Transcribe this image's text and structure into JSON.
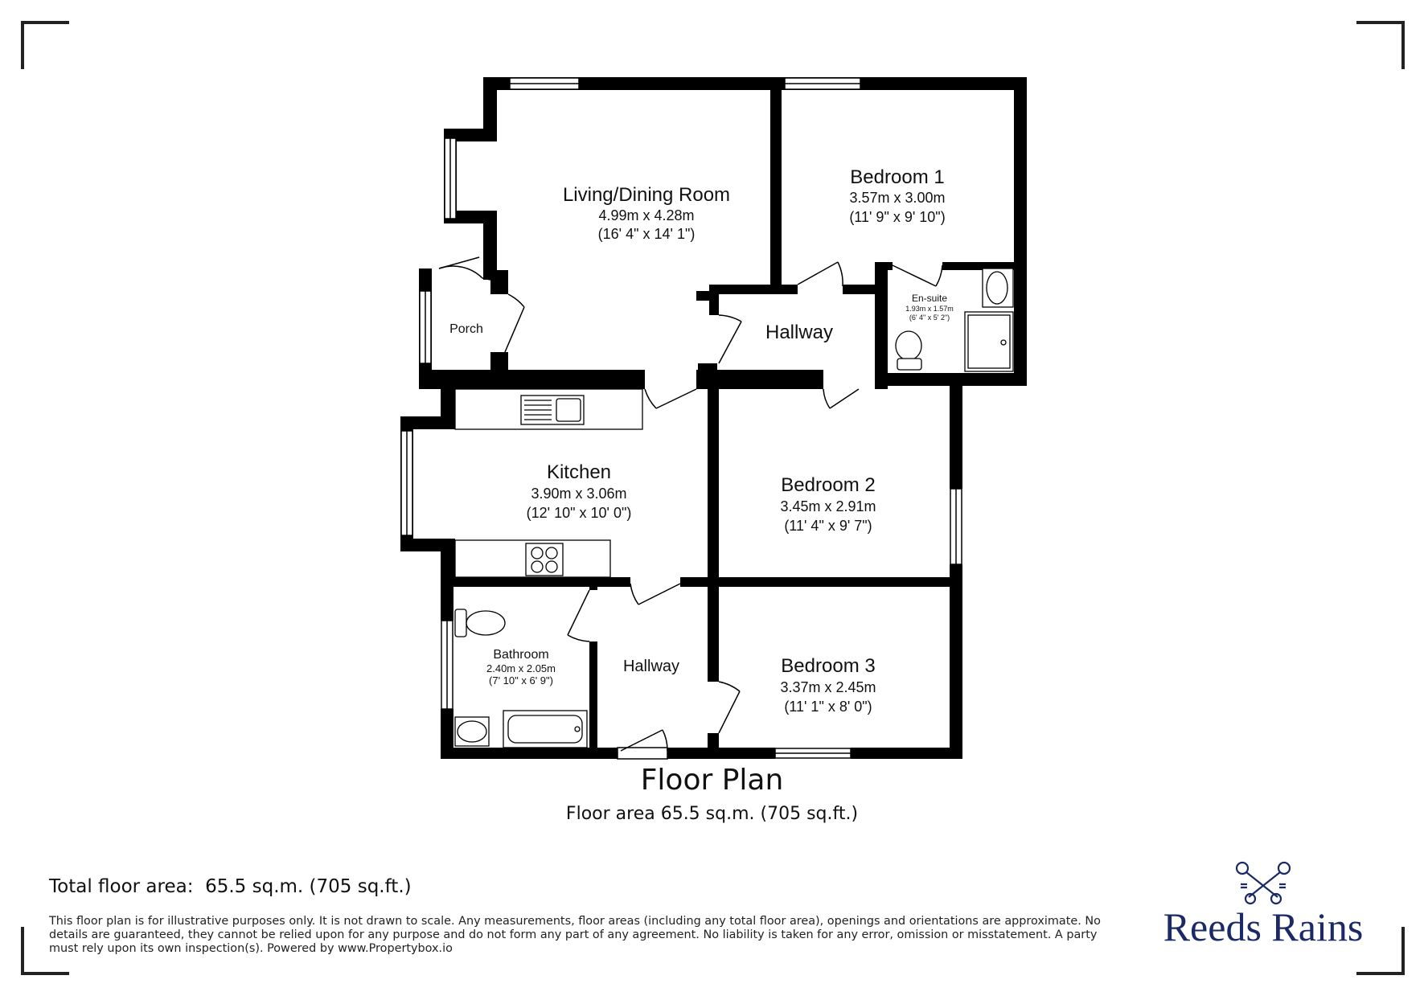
{
  "rooms": {
    "living": {
      "name": "Living/Dining Room",
      "metric": "4.99m x 4.28m",
      "imperial": "(16' 4\" x 14' 1\")"
    },
    "bedroom1": {
      "name": "Bedroom 1",
      "metric": "3.57m x 3.00m",
      "imperial": "(11' 9\" x 9' 10\")"
    },
    "ensuite": {
      "name": "En-suite",
      "metric": "1.93m x 1.57m",
      "imperial": "(6' 4\" x 5' 2\")"
    },
    "hallway_upper": {
      "name": "Hallway"
    },
    "porch": {
      "name": "Porch"
    },
    "kitchen": {
      "name": "Kitchen",
      "metric": "3.90m x 3.06m",
      "imperial": "(12' 10\" x 10' 0\")"
    },
    "bedroom2": {
      "name": "Bedroom 2",
      "metric": "3.45m x 2.91m",
      "imperial": "(11' 4\" x 9' 7\")"
    },
    "bathroom": {
      "name": "Bathroom",
      "metric": "2.40m x 2.05m",
      "imperial": "(7' 10\" x 6' 9\")"
    },
    "hallway_lower": {
      "name": "Hallway"
    },
    "bedroom3": {
      "name": "Bedroom 3",
      "metric": "3.37m x 2.45m",
      "imperial": "(11' 1\" x 8' 0\")"
    }
  },
  "plan": {
    "title": "Floor Plan",
    "floor_area": "Floor area 65.5 sq.m. (705 sq.ft.)"
  },
  "footer": {
    "total_floor_area": "Total floor area:  65.5 sq.m. (705 sq.ft.)",
    "disclaimer": "This floor plan is for illustrative purposes only. It is not drawn to scale. Any measurements, floor areas (including any total floor area), openings and orientations are approximate. No details are guaranteed, they cannot be relied upon for any purpose and do not form any part of any agreement. No liability is taken for any error, omission or misstatement. A party must rely upon its own inspection(s). Powered by www.Propertybox.io"
  },
  "brand": {
    "name": "Reeds Rains",
    "logo_icon": "crossed-keys-icon",
    "color": "#1b2a66"
  },
  "colors": {
    "wall": "#000000",
    "background": "#ffffff"
  }
}
